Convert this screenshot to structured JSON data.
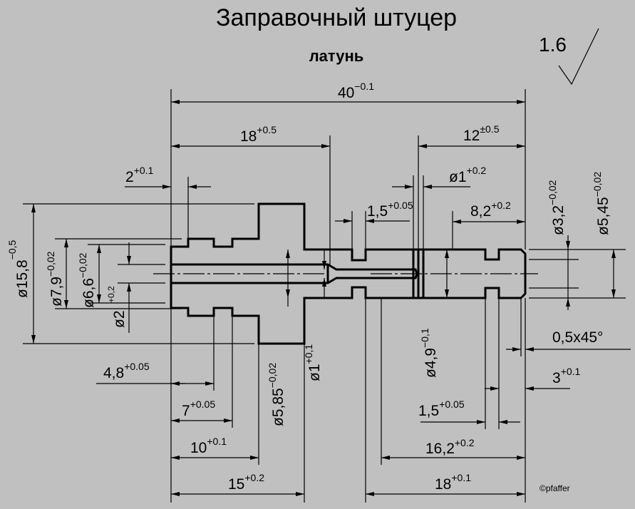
{
  "title": "Заправочный штуцер",
  "material": "латунь",
  "roughness": "1.6",
  "author": "©pfaffer",
  "colors": {
    "background": "#c0c0c0",
    "lines": "#000000"
  },
  "dimensions": {
    "overall_length": {
      "value": "40",
      "tol": "−0.1"
    },
    "len_18_top": {
      "value": "18",
      "tol": "+0.5"
    },
    "len_12": {
      "value": "12",
      "tol": "±0.5"
    },
    "len_2": {
      "value": "2",
      "tol": "+0.1"
    },
    "dia_1_top": {
      "value": "ø1",
      "tol": "+0.2"
    },
    "len_1_5_top": {
      "value": "1,5",
      "tol": "+0.05"
    },
    "len_8_2": {
      "value": "8,2",
      "tol": "+0.2"
    },
    "dia_3_2": {
      "value": "ø3,2",
      "tol": "−0,02"
    },
    "dia_5_45": {
      "value": "ø5,45",
      "tol": "−0,02"
    },
    "dia_15_8": {
      "value": "ø15,8",
      "tol": "−0,5"
    },
    "dia_7_9": {
      "value": "ø7,9",
      "tol": "−0,02"
    },
    "dia_6_6": {
      "value": "ø6,6",
      "tol": "−0,02"
    },
    "dia_2": {
      "value": "ø2",
      "tol": "+0,2"
    },
    "dia_5_85": {
      "value": "ø5,85",
      "tol": "−0,02"
    },
    "dia_1_mid": {
      "value": "ø1",
      "tol": "+0,1"
    },
    "dia_4_9": {
      "value": "ø4,9",
      "tol": "−0,1"
    },
    "chamfer": {
      "value": "0,5x45°"
    },
    "len_3": {
      "value": "3",
      "tol": "+0.1"
    },
    "len_4_8": {
      "value": "4,8",
      "tol": "+0.05"
    },
    "len_7": {
      "value": "7",
      "tol": "+0.05"
    },
    "len_10": {
      "value": "10",
      "tol": "+0.1"
    },
    "len_15": {
      "value": "15",
      "tol": "+0.2"
    },
    "len_1_5_bottom": {
      "value": "1,5",
      "tol": "+0.05"
    },
    "len_16_2": {
      "value": "16,2",
      "tol": "+0.2"
    },
    "len_18_bottom": {
      "value": "18",
      "tol": "+0.1"
    }
  }
}
